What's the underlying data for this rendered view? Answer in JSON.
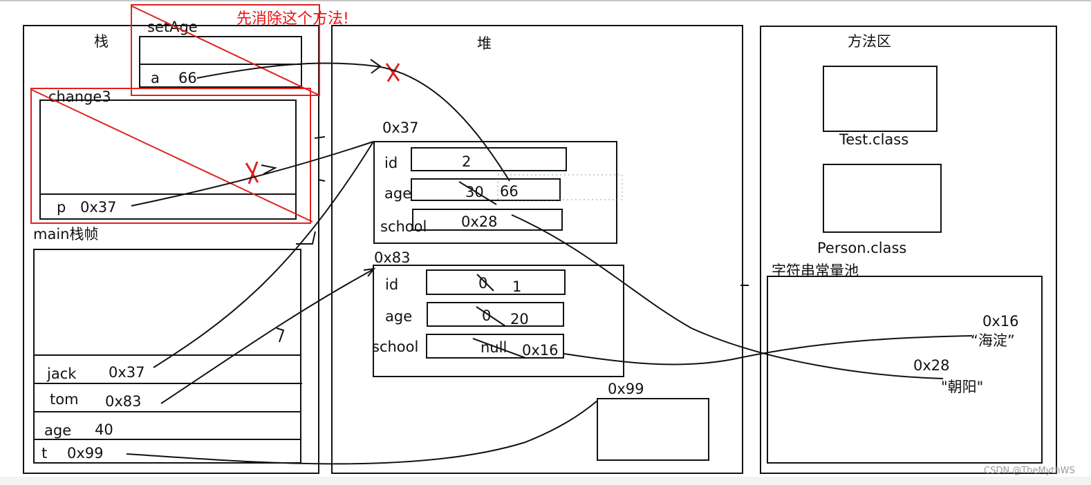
{
  "stack": {
    "title": "栈",
    "frame_setage": {
      "label": "setAge",
      "var_name": "a",
      "var_value": "66"
    },
    "frame_change3": {
      "label": "change3",
      "var_name": "p",
      "var_value": "0x37"
    },
    "frame_main": {
      "label": "main栈帧",
      "rows": [
        {
          "name": "jack",
          "value": "0x37"
        },
        {
          "name": "tom",
          "value": "0x83"
        },
        {
          "name": "age",
          "value": "40"
        },
        {
          "name": "t",
          "value": "0x99"
        }
      ]
    }
  },
  "annotation": {
    "text": "先消除这个方法!",
    "color": "#e11d1d"
  },
  "heap": {
    "title": "堆",
    "objects": [
      {
        "address": "0x37",
        "fields": [
          {
            "name": "id",
            "value": "2",
            "old_value": ""
          },
          {
            "name": "age",
            "value": "66",
            "old_value": "30"
          },
          {
            "name": "school",
            "value": "0x28",
            "old_value": ""
          }
        ]
      },
      {
        "address": "0x83",
        "fields": [
          {
            "name": "id",
            "value": "1",
            "old_value": "0"
          },
          {
            "name": "age",
            "value": "20",
            "old_value": "0"
          },
          {
            "name": "school",
            "value": "0x16",
            "old_value": "null"
          }
        ]
      },
      {
        "address": "0x99",
        "fields": []
      }
    ]
  },
  "method_area": {
    "title": "方法区",
    "classes": [
      "Test.class",
      "Person.class"
    ],
    "string_pool": {
      "title": "字符串常量池",
      "entries": [
        {
          "address": "0x16",
          "value": "“海淀”"
        },
        {
          "address": "0x28",
          "value": "\"朝阳\""
        }
      ]
    }
  },
  "watermark": "CSDN @TheMythWS"
}
